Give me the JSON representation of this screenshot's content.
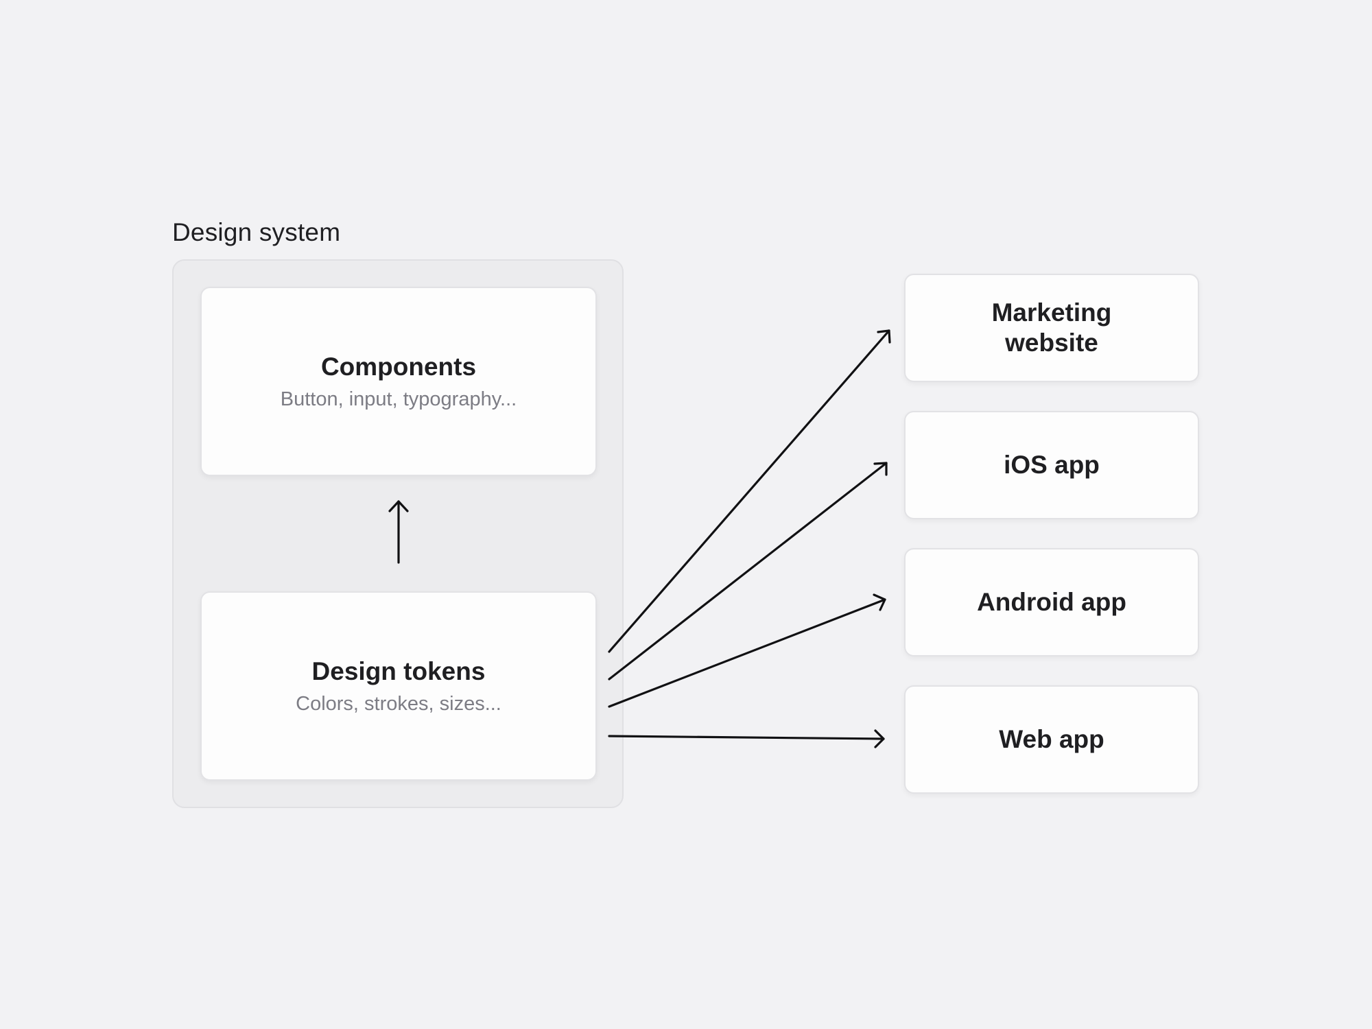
{
  "design_system": {
    "title": "Design system",
    "components": {
      "title": "Components",
      "subtitle": "Button, input, typography..."
    },
    "tokens": {
      "title": "Design tokens",
      "subtitle": "Colors, strokes, sizes..."
    }
  },
  "targets": [
    {
      "label": "Marketing website"
    },
    {
      "label": "iOS app"
    },
    {
      "label": "Android app"
    },
    {
      "label": "Web app"
    }
  ],
  "colors": {
    "background": "#f2f2f4",
    "group_fill": "#ececee",
    "card_fill": "#fdfdfd",
    "text": "#1f1f22",
    "subtext": "#7c7c84",
    "arrow": "#111113"
  }
}
